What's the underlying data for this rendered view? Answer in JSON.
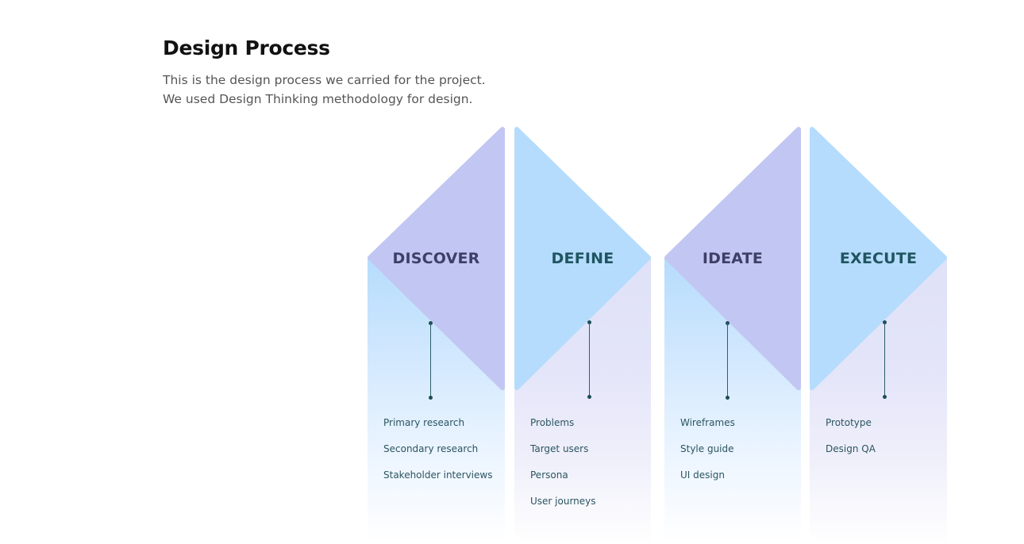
{
  "header": {
    "title": "Design Process",
    "subtitle_lines": [
      "This is the design process we carried for the project.",
      "We used Design Thinking methodology for design."
    ]
  },
  "colors": {
    "purple": "#c2c6f2",
    "blue": "#b5dcfc",
    "purple_text": "#3d3f66",
    "teal_text": "#1f5560"
  },
  "phases": [
    {
      "label": "DISCOVER",
      "items": [
        "Primary research",
        "Secondary research",
        "Stakeholder interviews"
      ]
    },
    {
      "label": "DEFINE",
      "items": [
        "Problems",
        "Target users",
        "Persona",
        "User journeys"
      ]
    },
    {
      "label": "IDEATE",
      "items": [
        "Wireframes",
        "Style guide",
        "UI design"
      ]
    },
    {
      "label": "EXECUTE",
      "items": [
        "Prototype",
        "Design QA"
      ]
    }
  ]
}
